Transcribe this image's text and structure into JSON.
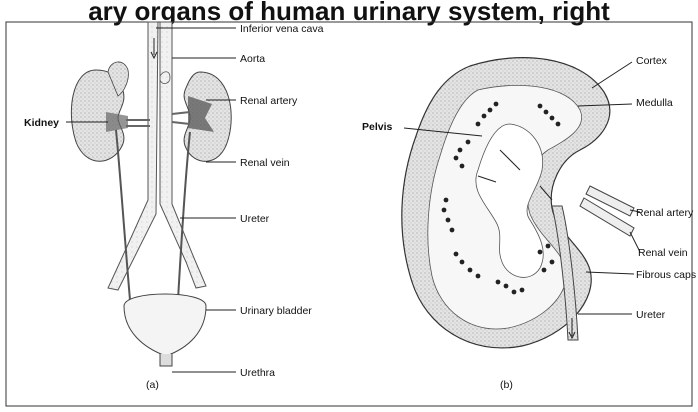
{
  "top_banner_text": "ary organs of human urinary system,  right",
  "panel_a": {
    "caption": "(a)",
    "labels": {
      "inferior_vena_cava": "Inferior vena cava",
      "aorta": "Aorta",
      "renal_artery": "Renal artery",
      "kidney": "Kidney",
      "renal_vein": "Renal vein",
      "ureter": "Ureter",
      "urinary_bladder": "Urinary bladder",
      "urethra": "Urethra"
    }
  },
  "panel_b": {
    "caption": "(b)",
    "labels": {
      "cortex": "Cortex",
      "medulla": "Medulla",
      "pelvis": "Pelvis",
      "renal_artery": "Renal artery",
      "renal_vein": "Renal vein",
      "fibrous_capsule": "Fibrous caps",
      "ureter": "Ureter"
    }
  }
}
